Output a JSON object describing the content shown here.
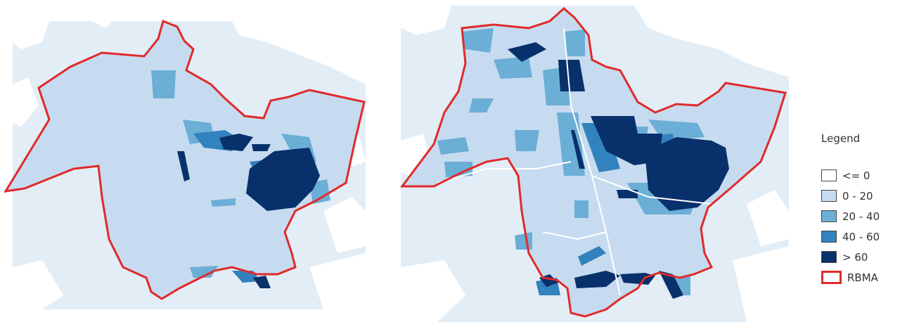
{
  "legend": {
    "title": "Legend",
    "items": [
      {
        "label": "<= 0",
        "color": "#ffffff",
        "border": "#4a4a4a"
      },
      {
        "label": "0 - 20",
        "color": "#c6dbef",
        "border": "#4a4a4a"
      },
      {
        "label": "20 - 40",
        "color": "#6baed6",
        "border": "#4a4a4a"
      },
      {
        "label": "40 - 60",
        "color": "#3182bd",
        "border": "#4a4a4a"
      },
      {
        "label": "> 60",
        "color": "#08306b",
        "border": "#4a4a4a"
      },
      {
        "label": "RBMA",
        "color": "#ffffff",
        "border": "#e02a2a"
      }
    ]
  },
  "colors": {
    "background_light": "#e3edf6",
    "class_0_20": "#c6dbef",
    "class_20_40": "#6baed6",
    "class_40_60": "#3182bd",
    "class_gt_60": "#08306b",
    "boundary": "#e02a2a"
  }
}
